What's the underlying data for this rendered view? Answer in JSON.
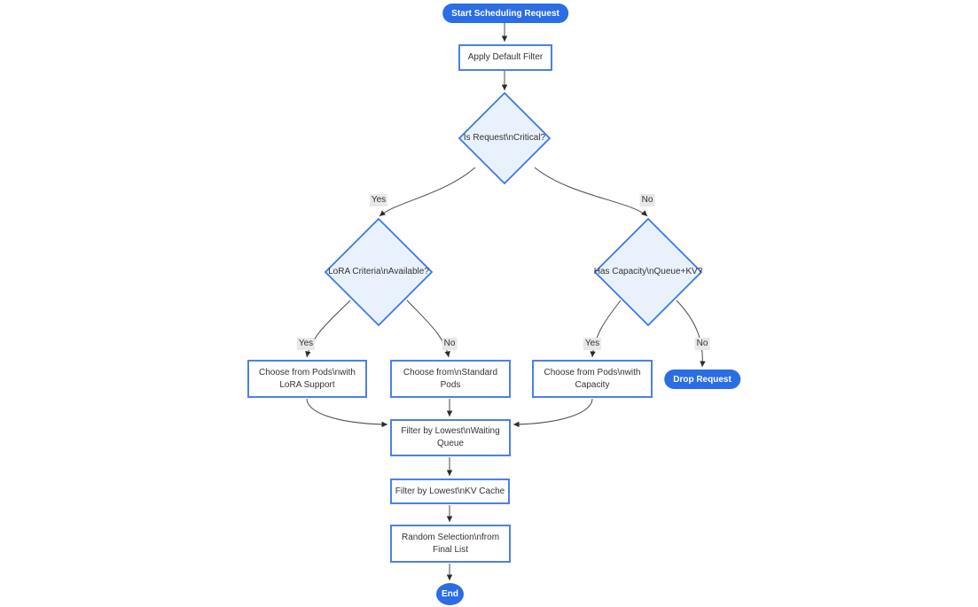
{
  "diagram": {
    "type": "flowchart",
    "background": "#ffffff",
    "nodes": {
      "start": {
        "label": "Start Scheduling Request",
        "shape": "pill"
      },
      "apply_filter": {
        "label": "Apply Default Filter",
        "shape": "process"
      },
      "is_critical": {
        "label": "Is Request\\nCritical?",
        "shape": "decision"
      },
      "lora_criteria": {
        "label": "LoRA Criteria\\nAvailable?",
        "shape": "decision"
      },
      "has_capacity": {
        "label": "Has Capacity\\nQueue+KV?",
        "shape": "decision"
      },
      "choose_lora": {
        "line1": "Choose from Pods\\nwith",
        "line2": "LoRA Support",
        "shape": "process"
      },
      "choose_standard": {
        "line1": "Choose from\\nStandard",
        "line2": "Pods",
        "shape": "process"
      },
      "choose_capacity": {
        "line1": "Choose from Pods\\nwith",
        "line2": "Capacity",
        "shape": "process"
      },
      "drop_request": {
        "label": "Drop Request",
        "shape": "pill"
      },
      "filter_waiting_queue": {
        "line1": "Filter by Lowest\\nWaiting",
        "line2": "Queue",
        "shape": "process"
      },
      "filter_kv_cache": {
        "label": "Filter by Lowest\\nKV Cache",
        "shape": "process"
      },
      "random_selection": {
        "line1": "Random Selection\\nfrom",
        "line2": "Final List",
        "shape": "process"
      },
      "end": {
        "label": "End",
        "shape": "pill"
      }
    },
    "edge_labels": {
      "yes": "Yes",
      "no": "No"
    },
    "colors": {
      "terminal_fill": "#2b6de4",
      "terminal_text": "#ffffff",
      "process_fill": "#ffffff",
      "process_border": "#4d80e6",
      "decision_fill": "#e9f2fc",
      "decision_border": "#3b78e8",
      "edge_stroke": "#4a4a4a",
      "arrowhead": "#2b2b2b",
      "edge_label_bg": "#e8e8e8",
      "text": "#333333"
    }
  }
}
